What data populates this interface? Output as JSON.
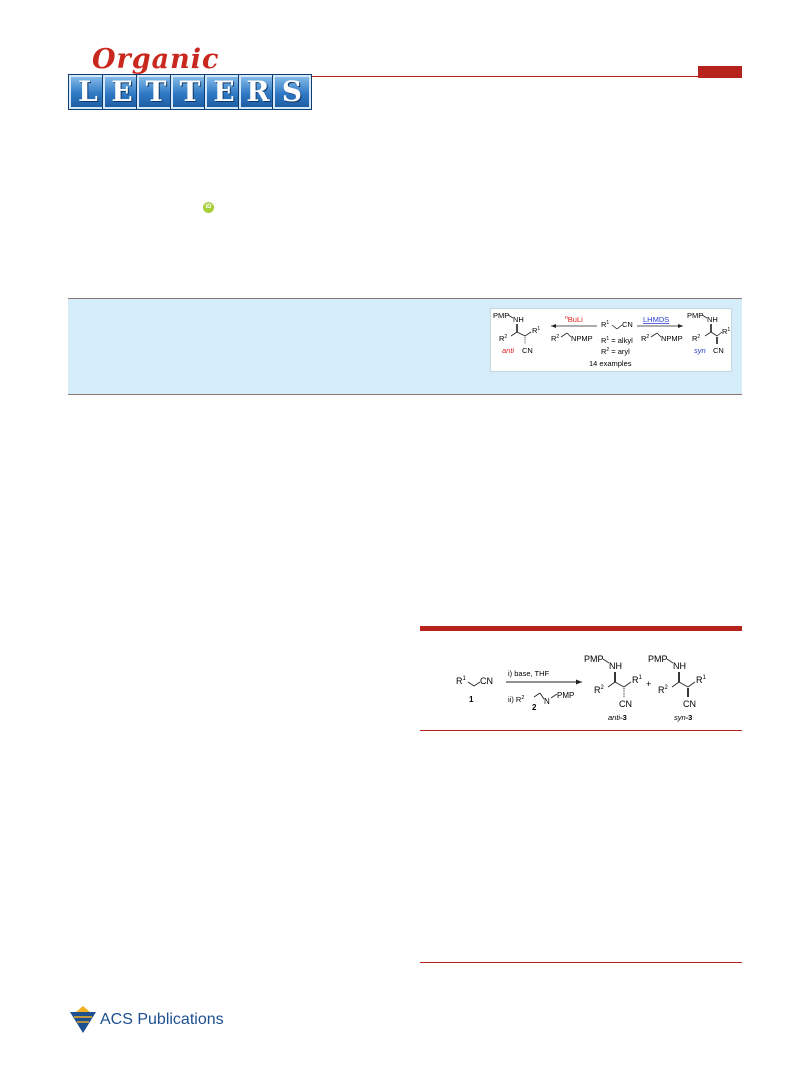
{
  "journal": {
    "script": "Organic",
    "letters": [
      "L",
      "E",
      "T",
      "T",
      "E",
      "R",
      "S"
    ],
    "colors": {
      "brand_red": "#b8221c",
      "brand_blue": "#2f79c4",
      "abstract_bg": "#d4edf8"
    }
  },
  "author": {
    "orcid_icon": "orcid-icon",
    "orcid_label": "iD"
  },
  "toc_graphic": {
    "left_pmp": "PMP",
    "left_nh": "NH",
    "left_r1": "R",
    "left_r1_sup": "1",
    "left_r2": "R",
    "left_r2_sup": "2",
    "left_cn": "CN",
    "anti_label": "anti",
    "left_reagent_sup": "n",
    "left_reagent": "BuLi",
    "left_imine_r": "R",
    "left_imine_sup": "2",
    "left_imine_npmp": "NPMP",
    "center_r1": "R",
    "center_r1_sup": "1",
    "center_cn": "CN",
    "cond_1_r": "R",
    "cond_1_sup": "1",
    "cond_1_text": " = alkyl",
    "cond_2_r": "R",
    "cond_2_sup": "2",
    "cond_2_text": " = aryl",
    "examples": "14 examples",
    "right_reagent": "LHMDS",
    "right_imine_r": "R",
    "right_imine_sup": "2",
    "right_imine_npmp": "NPMP",
    "right_pmp": "PMP",
    "right_nh": "NH",
    "right_r1": "R",
    "right_r1_sup": "1",
    "right_r2": "R",
    "right_r2_sup": "2",
    "right_cn": "CN",
    "syn_label": "syn",
    "colors": {
      "anti": "#e02020",
      "syn": "#2a3fd0",
      "nbuli": "#e02020",
      "lhmds": "#2a3fd0"
    }
  },
  "scheme": {
    "sm_r": "R",
    "sm_sup": "1",
    "sm_cn": "CN",
    "sm_num": "1",
    "step1": "i) base, THF",
    "step2_prefix": "ii) R",
    "step2_sup": "2",
    "step2_n": "N",
    "step2_pmp": "PMP",
    "imine_num": "2",
    "anti_pmp": "PMP",
    "anti_nh": "NH",
    "anti_r1": "R",
    "anti_r1_sup": "1",
    "anti_r2": "R",
    "anti_r2_sup": "2",
    "anti_cn": "CN",
    "anti_label": "anti",
    "anti_num": "-3",
    "plus": "+",
    "syn_pmp": "PMP",
    "syn_nh": "NH",
    "syn_r1": "R",
    "syn_r1_sup": "1",
    "syn_r2": "R",
    "syn_r2_sup": "2",
    "syn_cn": "CN",
    "syn_label": "syn",
    "syn_num": "-3"
  },
  "footer": {
    "publisher": "ACS Publications"
  }
}
